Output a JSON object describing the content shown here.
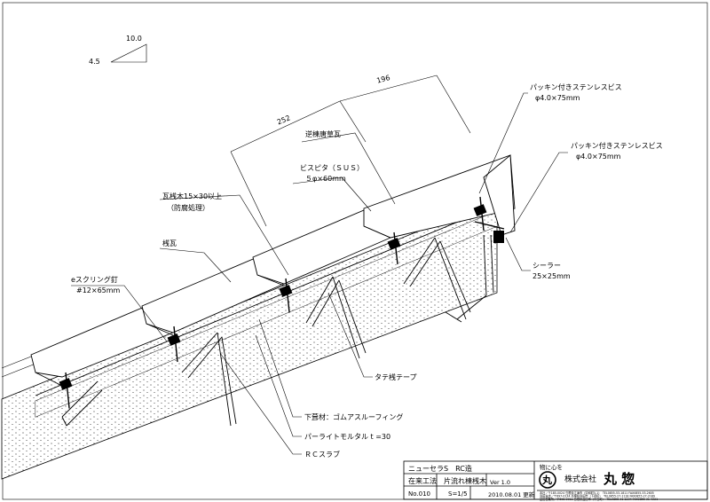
{
  "slope": {
    "run": "10.0",
    "rise": "4.5"
  },
  "dimensions": {
    "d1": "196",
    "d2": "252"
  },
  "labels": {
    "packing_screw_1": "パッキン付きステンレスビス",
    "packing_screw_1_size": "φ4.0×75mm",
    "packing_screw_2": "パッキン付きステンレスビス",
    "packing_screw_2_size": "φ4.0×75mm",
    "gyaku_tile": "逆棟唐草瓦",
    "bispita": "ビスピタ（ＳＵＳ）",
    "bispita_size": "５φ×60mm",
    "batten": "瓦桟木15×30以上",
    "batten_note": "（防腐処理）",
    "ridge_tile": "桟瓦",
    "ring_nail": "eスクリング釘",
    "ring_nail_size": "#12×65mm",
    "sealer": "シーラー",
    "sealer_size": "25×25mm",
    "tate_tape": "タテ桟テープ",
    "underlay": "下葺材：ゴムアスルーフィング",
    "perlite": "パーライトモルタル t =30",
    "rc_slab": "ＲＣスラブ"
  },
  "title_block": {
    "product": "ニューセラS　RC造",
    "method": "在来工法　片流れ棟桟木",
    "number": "No.010",
    "scale": "S=1/5",
    "version": "Ver 1.0",
    "date": "2010.08.01 更新",
    "motto": "物に心を",
    "logo_char": "丸",
    "company_prefix": "株式会社",
    "company_name": "丸 惣",
    "contact_1": "本社／〒185-0024 島根県江津市（清和町5-1）　TEL0855-53-1811 FAX0855-53-2605",
    "contact_2": "浜田支店／〒697-0134 島根県浜田市（下府町）　TEL0855-27-1118 FAX0855-27-2189",
    "contact_3": "益田営業所／〒698-0011 島根県益田市（中島町）　TEL0856-31-1234 FAX0856-31-4321"
  }
}
